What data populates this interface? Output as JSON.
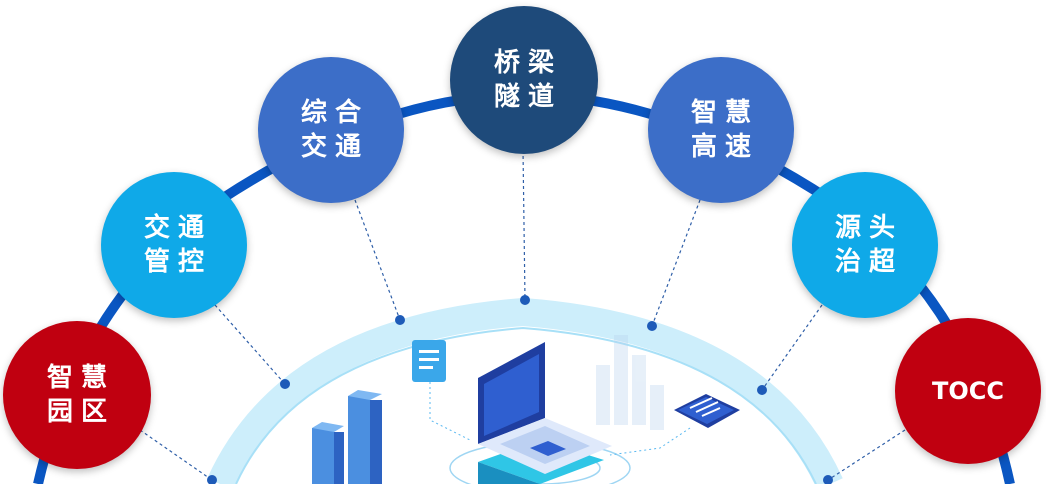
{
  "nodes": [
    {
      "id": "zhihui-yuanqu",
      "lines": [
        "智慧",
        "园区"
      ],
      "color": "#c00010"
    },
    {
      "id": "jiaotong-guankong",
      "lines": [
        "交通",
        "管控"
      ],
      "color": "#0fa9e8"
    },
    {
      "id": "zonghe-jiaotong",
      "lines": [
        "综合",
        "交通"
      ],
      "color": "#3c6ec8"
    },
    {
      "id": "qiaoliang-suidao",
      "lines": [
        "桥梁",
        "隧道"
      ],
      "color": "#1e4a7a"
    },
    {
      "id": "zhihui-gaosu",
      "lines": [
        "智慧",
        "高速"
      ],
      "color": "#3c6ec8"
    },
    {
      "id": "yuantou-zhichao",
      "lines": [
        "源头",
        "治超"
      ],
      "color": "#0fa9e8"
    },
    {
      "id": "tocc",
      "lines": [
        "TOCC"
      ],
      "color": "#c00010"
    }
  ],
  "colors": {
    "arc": "#0a56c2",
    "inner_band": "#cdeefb",
    "connector": "#2f5fa8"
  }
}
